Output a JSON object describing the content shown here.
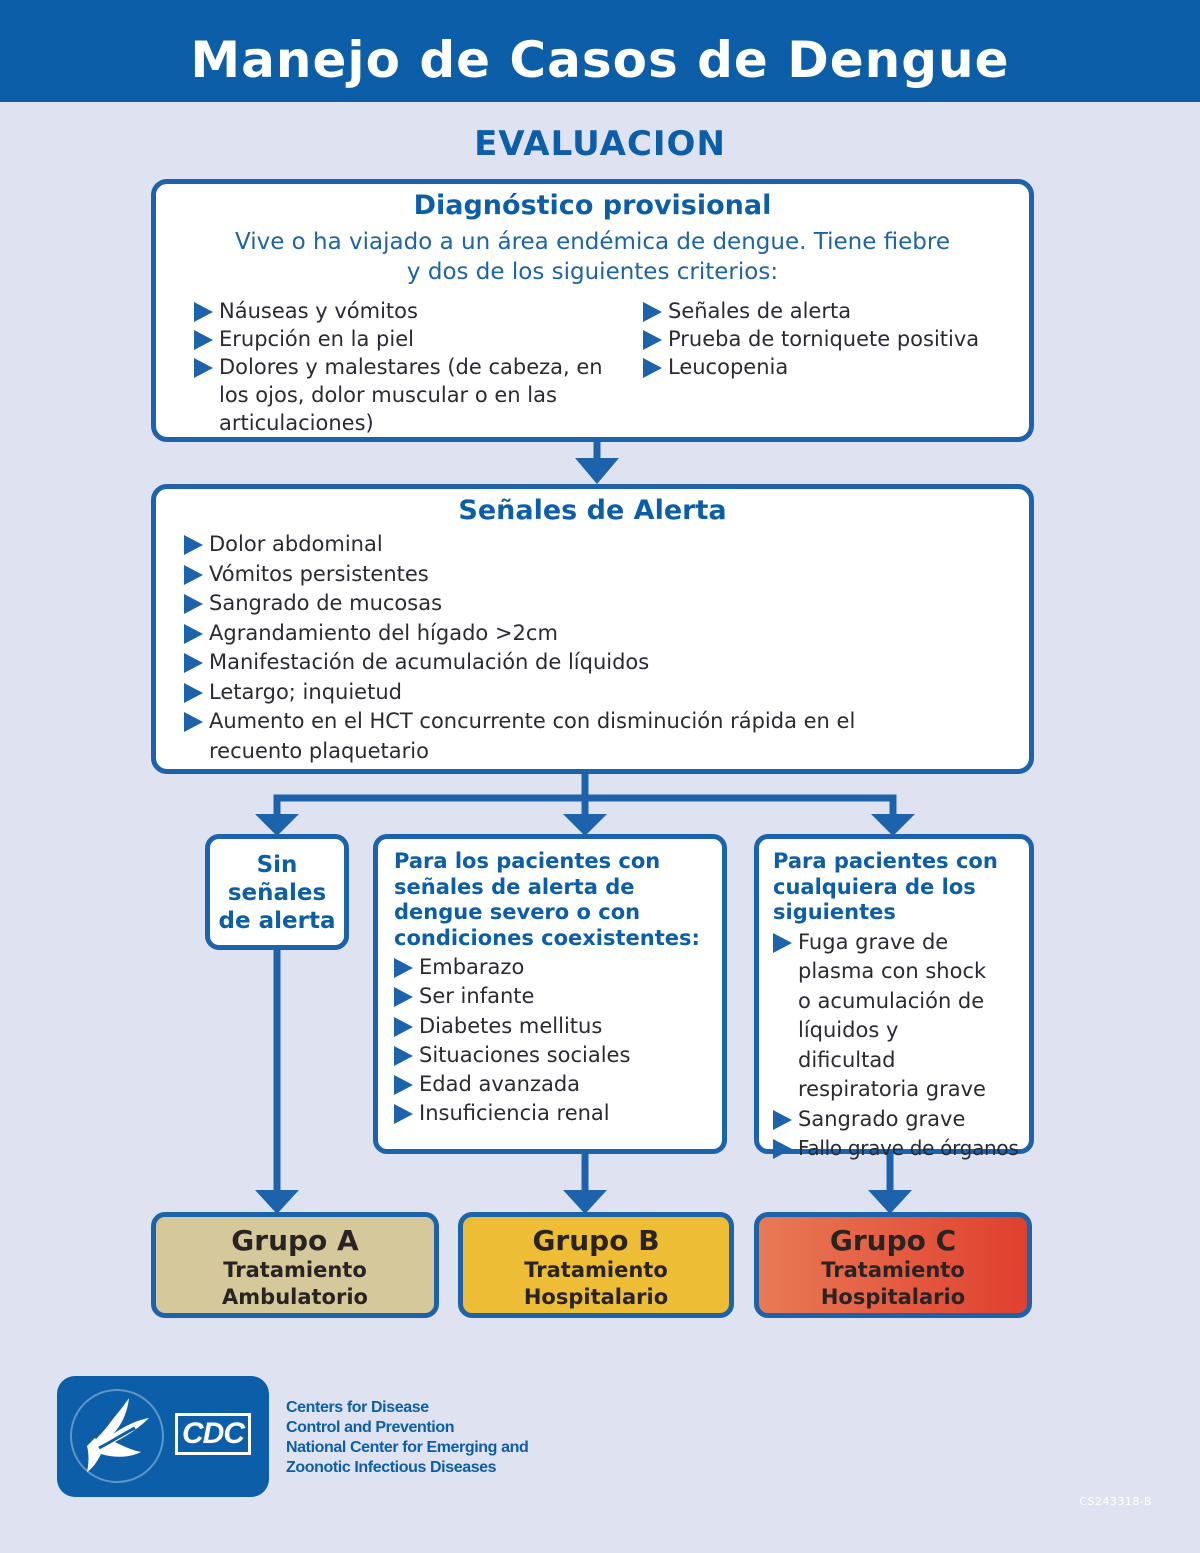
{
  "header": {
    "title": "Manejo de Casos de Dengue"
  },
  "section_title": "EVALUACION",
  "diagnostico": {
    "title": "Diagnóstico provisional",
    "subtitle_line1": "Vive o ha viajado a un área endémica de dengue. Tiene fiebre",
    "subtitle_line2": "y dos de los siguientes criterios:",
    "left_items": [
      "Náuseas y vómitos",
      "Erupción en la piel",
      "Dolores y malestares (de cabeza, en los ojos, dolor muscular o en las articulaciones)"
    ],
    "right_items": [
      "Señales de alerta",
      "Prueba de torniquete positiva",
      "Leucopenia"
    ]
  },
  "alerta": {
    "title": "Señales de Alerta",
    "items": [
      "Dolor abdominal",
      "Vómitos persistentes",
      "Sangrado de mucosas",
      "Agrandamiento del hígado >2cm",
      "Manifestación de acumulación de líquidos",
      "Letargo; inquietud",
      "Aumento en el HCT concurrente con disminución rápida en el recuento plaquetario"
    ]
  },
  "sin_alerta": {
    "line1": "Sin",
    "line2": "señales",
    "line3": "de alerta"
  },
  "pacientes_b": {
    "heading": "Para los pacientes con señales de alerta de dengue severo o con condiciones coexistentes:",
    "items": [
      "Embarazo",
      "Ser infante",
      "Diabetes mellitus",
      "Situaciones sociales",
      "Edad avanzada",
      "Insuficiencia renal"
    ]
  },
  "pacientes_c": {
    "heading": "Para pacientes con cualquiera de los siguientes",
    "items": [
      "Fuga grave de plasma con shock o acumulación de líquidos y dificultad respiratoria grave",
      "Sangrado grave",
      "Fallo grave de órganos"
    ]
  },
  "groups": [
    {
      "title": "Grupo A",
      "line1": "Tratamiento",
      "line2": "Ambulatorio",
      "color": "#d5c99c"
    },
    {
      "title": "Grupo B",
      "line1": "Tratamiento",
      "line2": "Hospitalario",
      "color": "#edbd36"
    },
    {
      "title": "Grupo C",
      "line1": "Tratamiento",
      "line2": "Hospitalario",
      "color": "#e4573b"
    }
  ],
  "colors": {
    "primary": "#0c5ea8",
    "border": "#1c63ab",
    "background": "#dfe3f1"
  },
  "footer": {
    "logo_text": "CDC",
    "agency_lines": [
      "Centers for Disease",
      "Control and Prevention",
      "National Center for Emerging and",
      "Zoonotic Infectious Diseases"
    ],
    "code": "CS243318-B"
  }
}
